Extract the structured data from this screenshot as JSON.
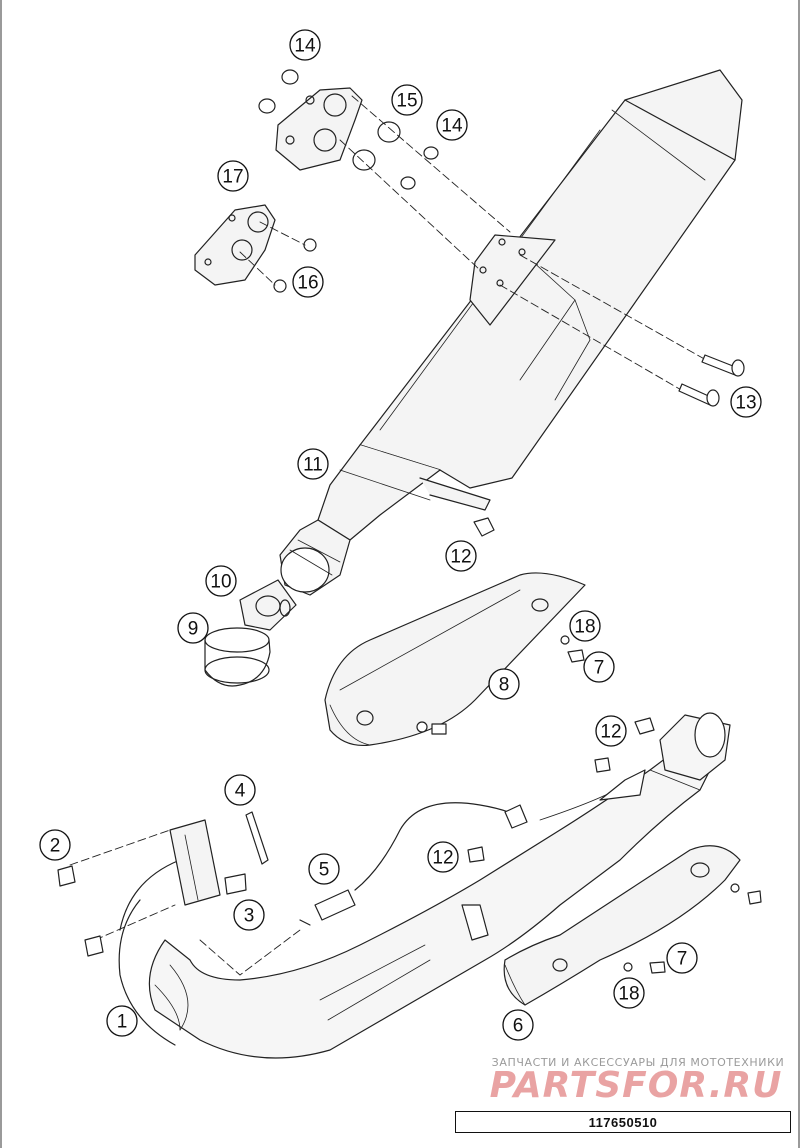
{
  "diagram": {
    "callouts": [
      {
        "id": "14",
        "label": "14"
      },
      {
        "id": "15",
        "label": "15"
      },
      {
        "id": "14b",
        "label": "14"
      },
      {
        "id": "17",
        "label": "17"
      },
      {
        "id": "16",
        "label": "16"
      },
      {
        "id": "13",
        "label": "13"
      },
      {
        "id": "11",
        "label": "11"
      },
      {
        "id": "12",
        "label": "12"
      },
      {
        "id": "10",
        "label": "10"
      },
      {
        "id": "18",
        "label": "18"
      },
      {
        "id": "9",
        "label": "9"
      },
      {
        "id": "7",
        "label": "7"
      },
      {
        "id": "8",
        "label": "8"
      },
      {
        "id": "12b",
        "label": "12"
      },
      {
        "id": "4",
        "label": "4"
      },
      {
        "id": "2",
        "label": "2"
      },
      {
        "id": "12c",
        "label": "12"
      },
      {
        "id": "5",
        "label": "5"
      },
      {
        "id": "3",
        "label": "3"
      },
      {
        "id": "7b",
        "label": "7"
      },
      {
        "id": "1",
        "label": "1"
      },
      {
        "id": "18b",
        "label": "18"
      },
      {
        "id": "6",
        "label": "6"
      }
    ]
  },
  "watermark": {
    "tagline": "ЗАПЧАСТИ И АКСЕССУАРЫ ДЛЯ МОТОТЕХНИКИ",
    "logo": "PARTSFOR.RU",
    "color": "#e9a3a3"
  },
  "footer": {
    "part_number": "117650510"
  }
}
